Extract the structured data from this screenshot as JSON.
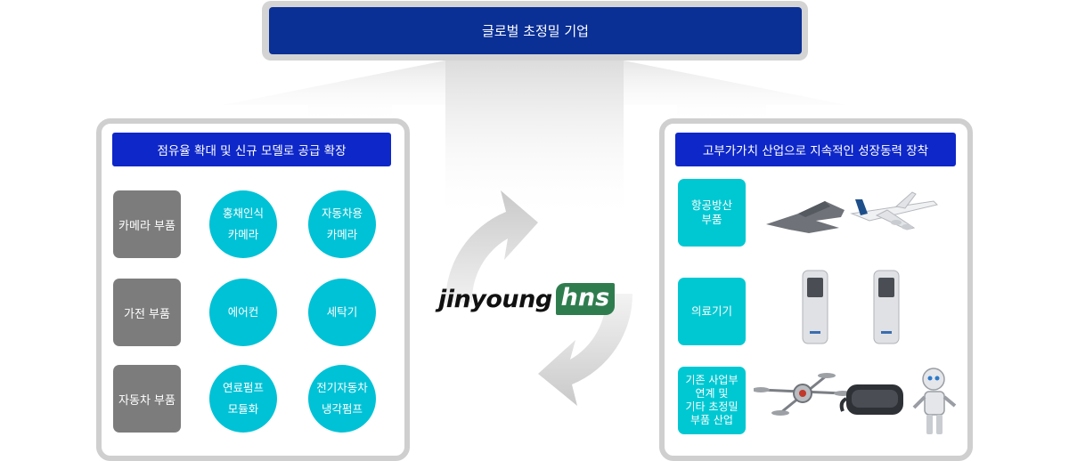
{
  "top_banner": {
    "title": "글로벌 초정밀 기업"
  },
  "left_panel": {
    "header": "점유율 확대 및 신규 모델로 공급 확장",
    "rows": [
      {
        "category": "카메라 부품",
        "items": [
          "홍채인식\n카메라",
          "자동차용\n카메라"
        ]
      },
      {
        "category": "가전 부품",
        "items": [
          "에어컨",
          "세탁기"
        ]
      },
      {
        "category": "자동차 부품",
        "items": [
          "연료펌프\n모듈화",
          "전기자동차\n냉각펌프"
        ]
      }
    ]
  },
  "right_panel": {
    "header": "고부가가치 산업으로 지속적인 성장동력 장착",
    "rows": [
      {
        "category": "항공방산\n부품",
        "images": [
          "fighter-jet",
          "airliner"
        ]
      },
      {
        "category": "의료기기",
        "images": [
          "medical-device",
          "medical-device"
        ]
      },
      {
        "category": "기존 사업부\n연계 및\n기타 초정밀\n부품 산업",
        "images": [
          "drone",
          "vr-headset",
          "robot"
        ]
      }
    ]
  },
  "logo": {
    "main": "JINYOUNG",
    "suffix": "hns"
  },
  "colors": {
    "top_bar": "#0a2f95",
    "panel_header": "#0e27c9",
    "gray_box": "#7c7c7c",
    "circle": "#00c2d6",
    "teal_box": "#00c8d2",
    "logo_accent": "#2f7d4f"
  }
}
